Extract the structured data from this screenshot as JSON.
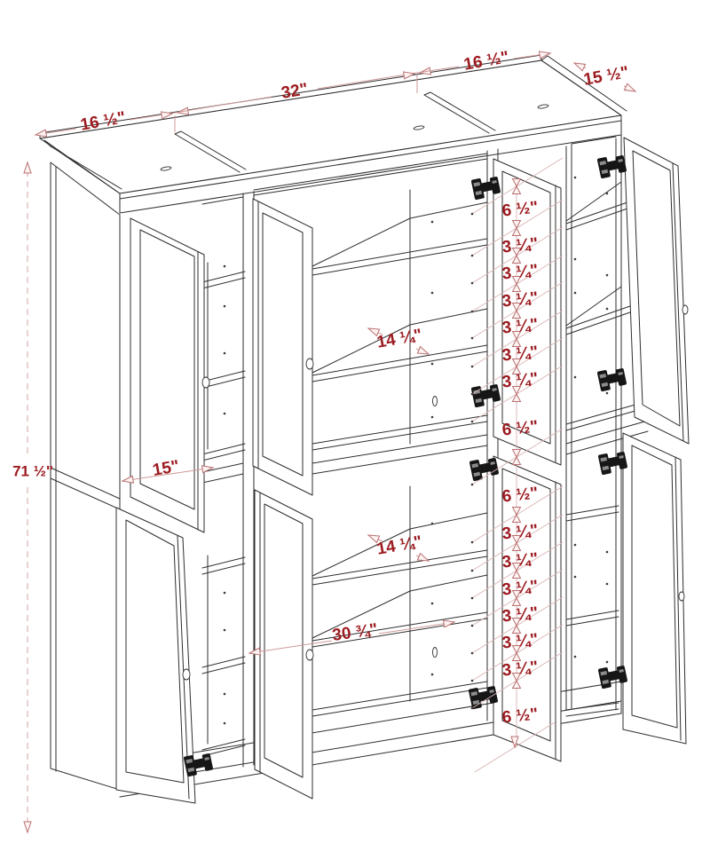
{
  "figure": {
    "kind": "cabinet-assembly-dimension-drawing",
    "accent_color": "#9c1b20",
    "dim_line_color": "#cf9a9a",
    "line_color": "#2e2e2e"
  },
  "dims": {
    "top_left_width": "16 ½\"",
    "top_middle_width": "32\"",
    "top_right_width": "16 ½\"",
    "depth": "15 ½\"",
    "height": "71 ½\"",
    "left_bay_width": "15\"",
    "shelf_depth_upper": "14 ¼\"",
    "shelf_depth_lower": "14 ¼\"",
    "middle_bay_width": "30 ¾\"",
    "chain": [
      "6 ½\"",
      "3 ¼\"",
      "3 ¼\"",
      "3 ¼\"",
      "3 ¼\"",
      "3 ¼\"",
      "3 ¼\"",
      "6 ½\"",
      "6 ½\"",
      "3 ¼\"",
      "3 ¼\"",
      "3 ¼\"",
      "3 ¼\"",
      "3 ¼\"",
      "3 ¼\"",
      "6 ½\""
    ]
  }
}
